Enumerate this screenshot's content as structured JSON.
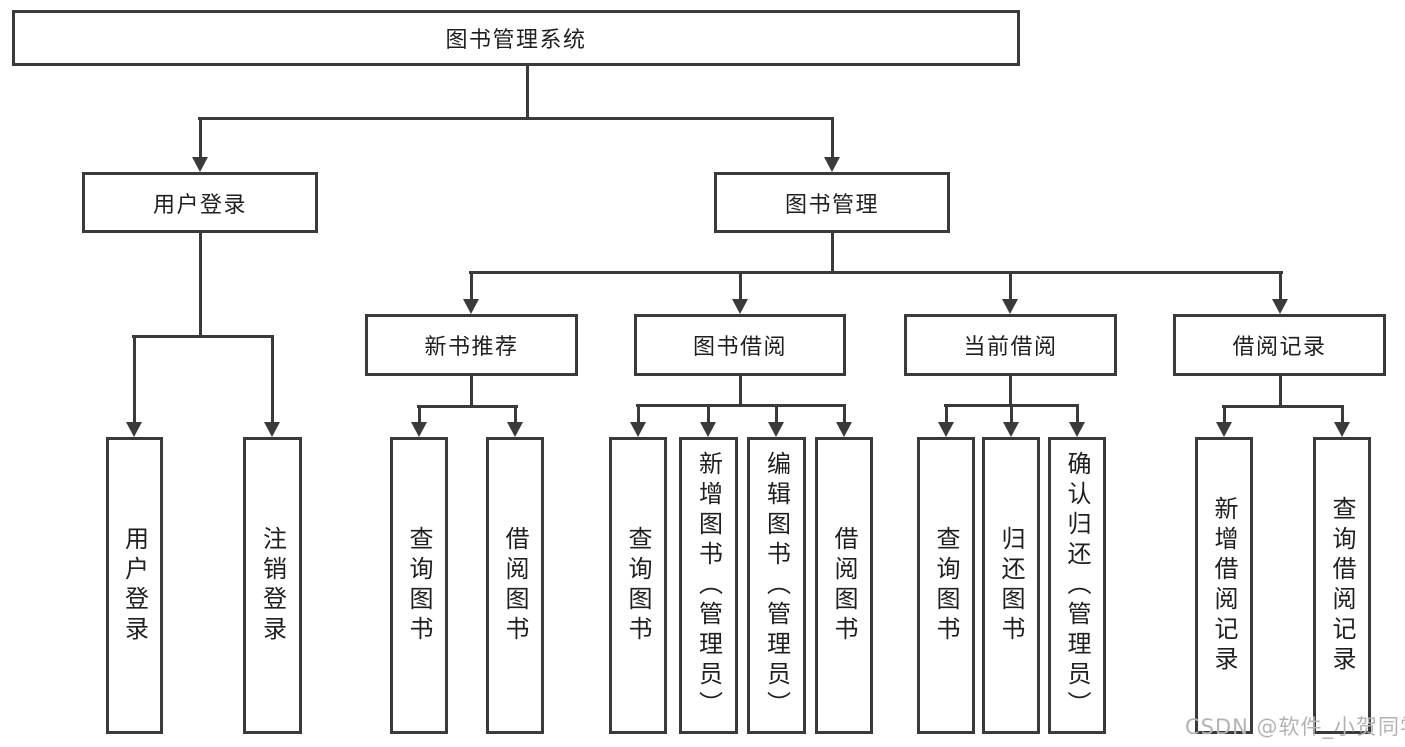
{
  "diagram_title": "图书管理系统",
  "nodes": {
    "root": "图书管理系统",
    "user_login": "用户登录",
    "book_mgmt": "图书管理",
    "ul_login": "用户登录",
    "ul_logout": "注销登录",
    "new_books": "新书推荐",
    "book_borrow": "图书借阅",
    "current_borrow": "当前借阅",
    "borrow_records": "借阅记录",
    "nb_query": "查询图书",
    "nb_borrow": "借阅图书",
    "bb_query": "查询图书",
    "bb_add": "新增图书（管理员）",
    "bb_edit": "编辑图书（管理员）",
    "bb_borrow": "借阅图书",
    "cb_query": "查询图书",
    "cb_return": "归还图书",
    "cb_confirm": "确认归还（管理员）",
    "br_add": "新增借阅记录",
    "br_query": "查询借阅记录"
  },
  "edges": [
    [
      "图书管理系统",
      "用户登录"
    ],
    [
      "图书管理系统",
      "图书管理"
    ],
    [
      "用户登录",
      "用户登录"
    ],
    [
      "用户登录",
      "注销登录"
    ],
    [
      "图书管理",
      "新书推荐"
    ],
    [
      "图书管理",
      "图书借阅"
    ],
    [
      "图书管理",
      "当前借阅"
    ],
    [
      "图书管理",
      "借阅记录"
    ],
    [
      "新书推荐",
      "查询图书"
    ],
    [
      "新书推荐",
      "借阅图书"
    ],
    [
      "图书借阅",
      "查询图书"
    ],
    [
      "图书借阅",
      "新增图书（管理员）"
    ],
    [
      "图书借阅",
      "编辑图书（管理员）"
    ],
    [
      "图书借阅",
      "借阅图书"
    ],
    [
      "当前借阅",
      "查询图书"
    ],
    [
      "当前借阅",
      "归还图书"
    ],
    [
      "当前借阅",
      "确认归还（管理员）"
    ],
    [
      "借阅记录",
      "新增借阅记录"
    ],
    [
      "借阅记录",
      "查询借阅记录"
    ]
  ],
  "watermark": "CSDN @软件_小贺同学",
  "colors": {
    "line": "#3a3a3a",
    "text": "#1f1f1f",
    "watermark": "#b3b3b3",
    "background": "#ffffff"
  }
}
